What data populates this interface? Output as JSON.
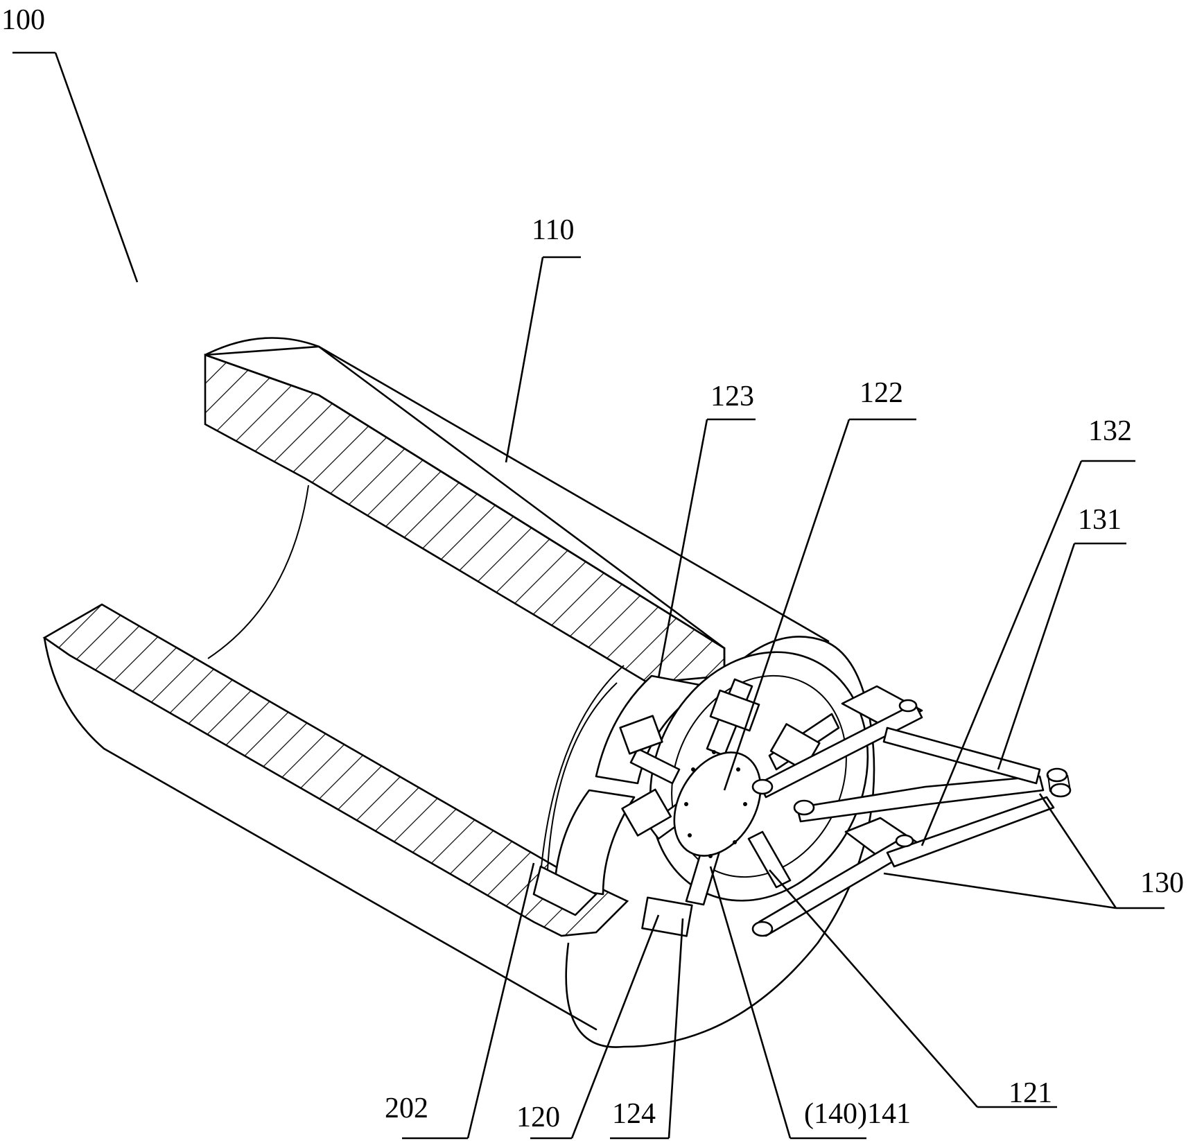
{
  "figure": {
    "labels": {
      "l100": "100",
      "l110": "110",
      "l123": "123",
      "l122": "122",
      "l132": "132",
      "l131": "131",
      "l130": "130",
      "l202": "202",
      "l120": "120",
      "l124": "124",
      "l140_141": "(140)141",
      "l121": "121"
    }
  }
}
